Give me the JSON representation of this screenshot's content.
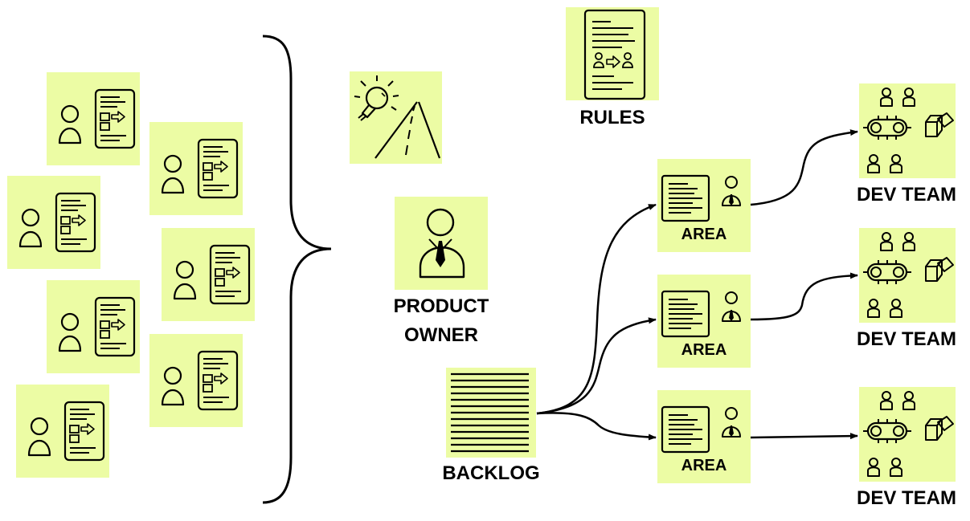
{
  "diagram": {
    "rules": "RULES",
    "product_owner": [
      "PRODUCT",
      "OWNER"
    ],
    "backlog": "BACKLOG",
    "area": "AREA",
    "dev_team": "DEV TEAM"
  },
  "colors": {
    "note": "#ecfca4",
    "stroke": "#000000",
    "background": "#ffffff"
  },
  "icons": [
    "user-icon",
    "document-icon",
    "vision-roadmap-icon",
    "product-owner-icon",
    "rules-icon",
    "backlog-icon",
    "dev-team-icon",
    "arrow-icon",
    "curly-brace"
  ]
}
